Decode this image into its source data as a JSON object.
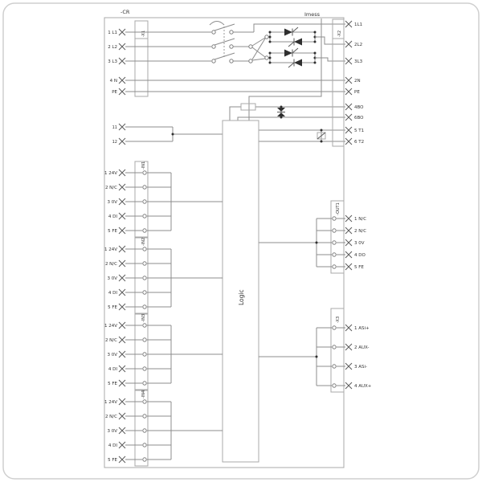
{
  "diagram": {
    "device_label": "-CR",
    "imess_label": "Imess",
    "logic_label": "Logic",
    "x1": {
      "label": "-X1",
      "terminals": [
        "1 L1",
        "2 L2",
        "3 L3",
        "4 N",
        "PE"
      ]
    },
    "t_inputs": [
      "11",
      "12"
    ],
    "x2": {
      "label": "-X2",
      "terminals": [
        "1L1",
        "2L2",
        "3L3",
        "2N",
        "PE",
        "4BO",
        "6BO",
        "5 T1",
        "6 T2"
      ]
    },
    "inputs": [
      {
        "label": "-IN1",
        "terminals": [
          "1 24V",
          "2 N/C",
          "3 0V",
          "4 DI",
          "5 FE"
        ]
      },
      {
        "label": "-IN2",
        "terminals": [
          "1 24V",
          "2 N/C",
          "3 0V",
          "4 DI",
          "5 FE"
        ]
      },
      {
        "label": "-IN3",
        "terminals": [
          "1 24V",
          "2 N/C",
          "3 0V",
          "4 DI",
          "5 FE"
        ]
      },
      {
        "label": "-IN4",
        "terminals": [
          "1 24V",
          "2 N/C",
          "3 0V",
          "4 DI",
          "5 FE"
        ]
      }
    ],
    "out1": {
      "label": "-OUT1",
      "terminals": [
        "1 N/C",
        "2 N/C",
        "3 0V",
        "4 DO",
        "5 FE"
      ]
    },
    "x3": {
      "label": "-X3",
      "terminals": [
        "1 ASi+",
        "2 AUX-",
        "3 ASi-",
        "4 AUX+"
      ]
    }
  }
}
